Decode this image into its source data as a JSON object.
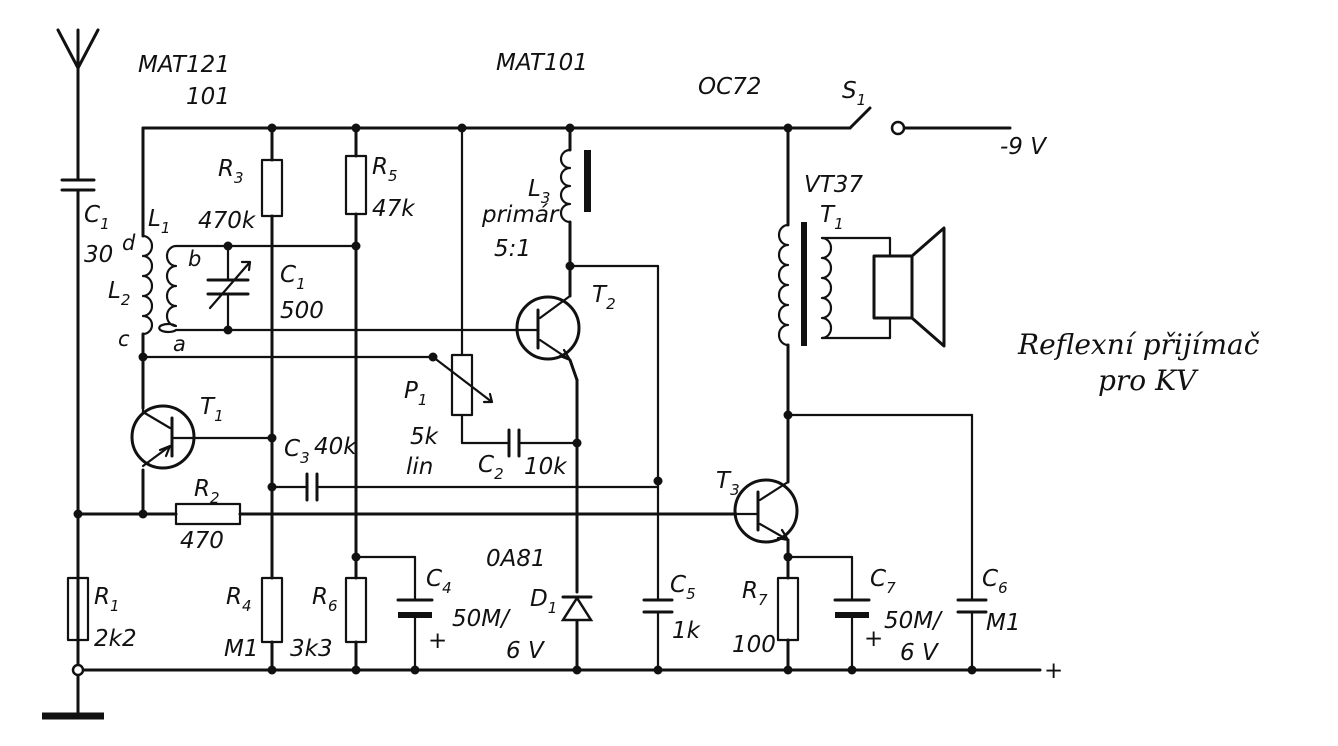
{
  "labels": {
    "mat121": "MAT121",
    "mat121_101": "101",
    "mat101": "MAT101",
    "oc72": "OC72",
    "s1": "S",
    "s1_sub": "1",
    "supply": "-9 V",
    "vt37": "VT37",
    "t1_tr": "T",
    "t1_tr_sub": "1",
    "c1": "C",
    "c1_sub": "1",
    "c1_value": "30",
    "l1": "L",
    "l1_sub": "1",
    "l2": "L",
    "l2_sub": "2",
    "tap_d": "d",
    "tap_c": "c",
    "tap_b": "b",
    "tap_a": "a",
    "r3": "R",
    "r3_sub": "3",
    "r3_value": "470k",
    "r5": "R",
    "r5_sub": "5",
    "r5_value": "47k",
    "l3": "L",
    "l3_sub": "3",
    "l3_note": "primár",
    "l3_ratio": "5:1",
    "c1v": "C",
    "c1v_sub": "1",
    "c1v_value": "500",
    "t2": "T",
    "t2_sub": "2",
    "t1": "T",
    "t1_sub": "1",
    "p1": "P",
    "p1_sub": "1",
    "p1_value": "5k",
    "p1_taper": "lin",
    "c3": "C",
    "c3_sub": "3",
    "c3_value": "40k",
    "c2": "C",
    "c2_sub": "2",
    "c2_value": "10k",
    "r2": "R",
    "r2_sub": "2",
    "r2_value": "470",
    "t3": "T",
    "t3_sub": "3",
    "oa81": "0A81",
    "r1": "R",
    "r1_sub": "1",
    "r1_value": "2k2",
    "r4": "R",
    "r4_sub": "4",
    "r4_value": "M1",
    "r6": "R",
    "r6_sub": "6",
    "r6_value": "3k3",
    "c4": "C",
    "c4_sub": "4",
    "c4_value": "50M/",
    "c4_voltage": "6 V",
    "c4_plus": "+",
    "d1": "D",
    "d1_sub": "1",
    "c5": "C",
    "c5_sub": "5",
    "c5_value": "1k",
    "r7": "R",
    "r7_sub": "7",
    "r7_value": "100",
    "c7": "C",
    "c7_sub": "7",
    "c7_value": "50M/",
    "c7_voltage": "6 V",
    "c7_plus": "+",
    "c6": "C",
    "c6_sub": "6",
    "c6_value": "M1",
    "ground_plus": "+",
    "caption_line1": "Reflexní   přijímač",
    "caption_line2": "pro KV"
  }
}
